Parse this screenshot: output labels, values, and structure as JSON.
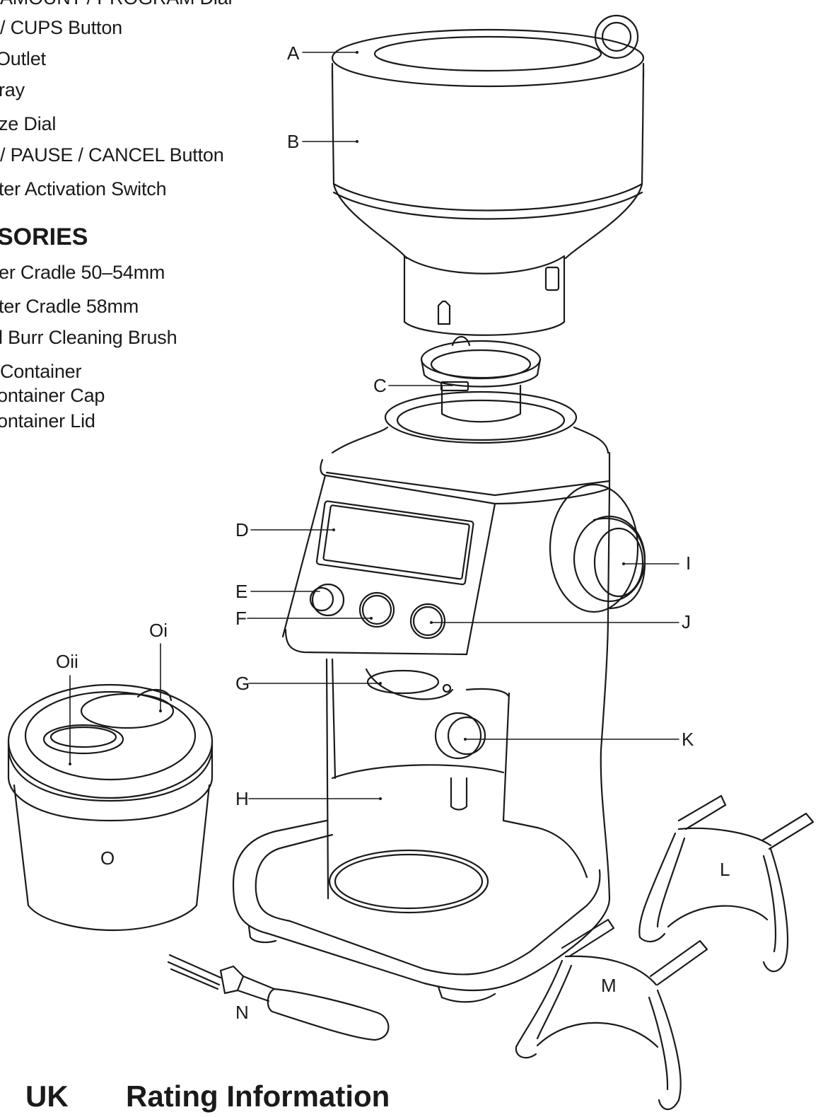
{
  "parts_list": {
    "items": [
      "AMOUNT / PROGRAM Dial",
      "/ CUPS Button",
      "Outlet",
      "ray",
      "ze Dial",
      "/ PAUSE / CANCEL Button",
      "ter Activation Switch"
    ],
    "accessories_title": "SORIES",
    "accessories": [
      "er Cradle 50–54mm",
      "ter Cradle 58mm",
      "l Burr Cleaning Brush",
      "Container",
      "ontainer Cap",
      "ontainer Lid"
    ]
  },
  "callouts": {
    "A": "A",
    "B": "B",
    "C": "C",
    "D": "D",
    "E": "E",
    "F": "F",
    "G": "G",
    "H": "H",
    "I": "I",
    "J": "J",
    "K": "K",
    "L": "L",
    "M": "M",
    "N": "N",
    "O": "O",
    "Oi": "Oi",
    "Oii": "Oii"
  },
  "footer": {
    "region": "UK",
    "heading": "Rating Information"
  }
}
